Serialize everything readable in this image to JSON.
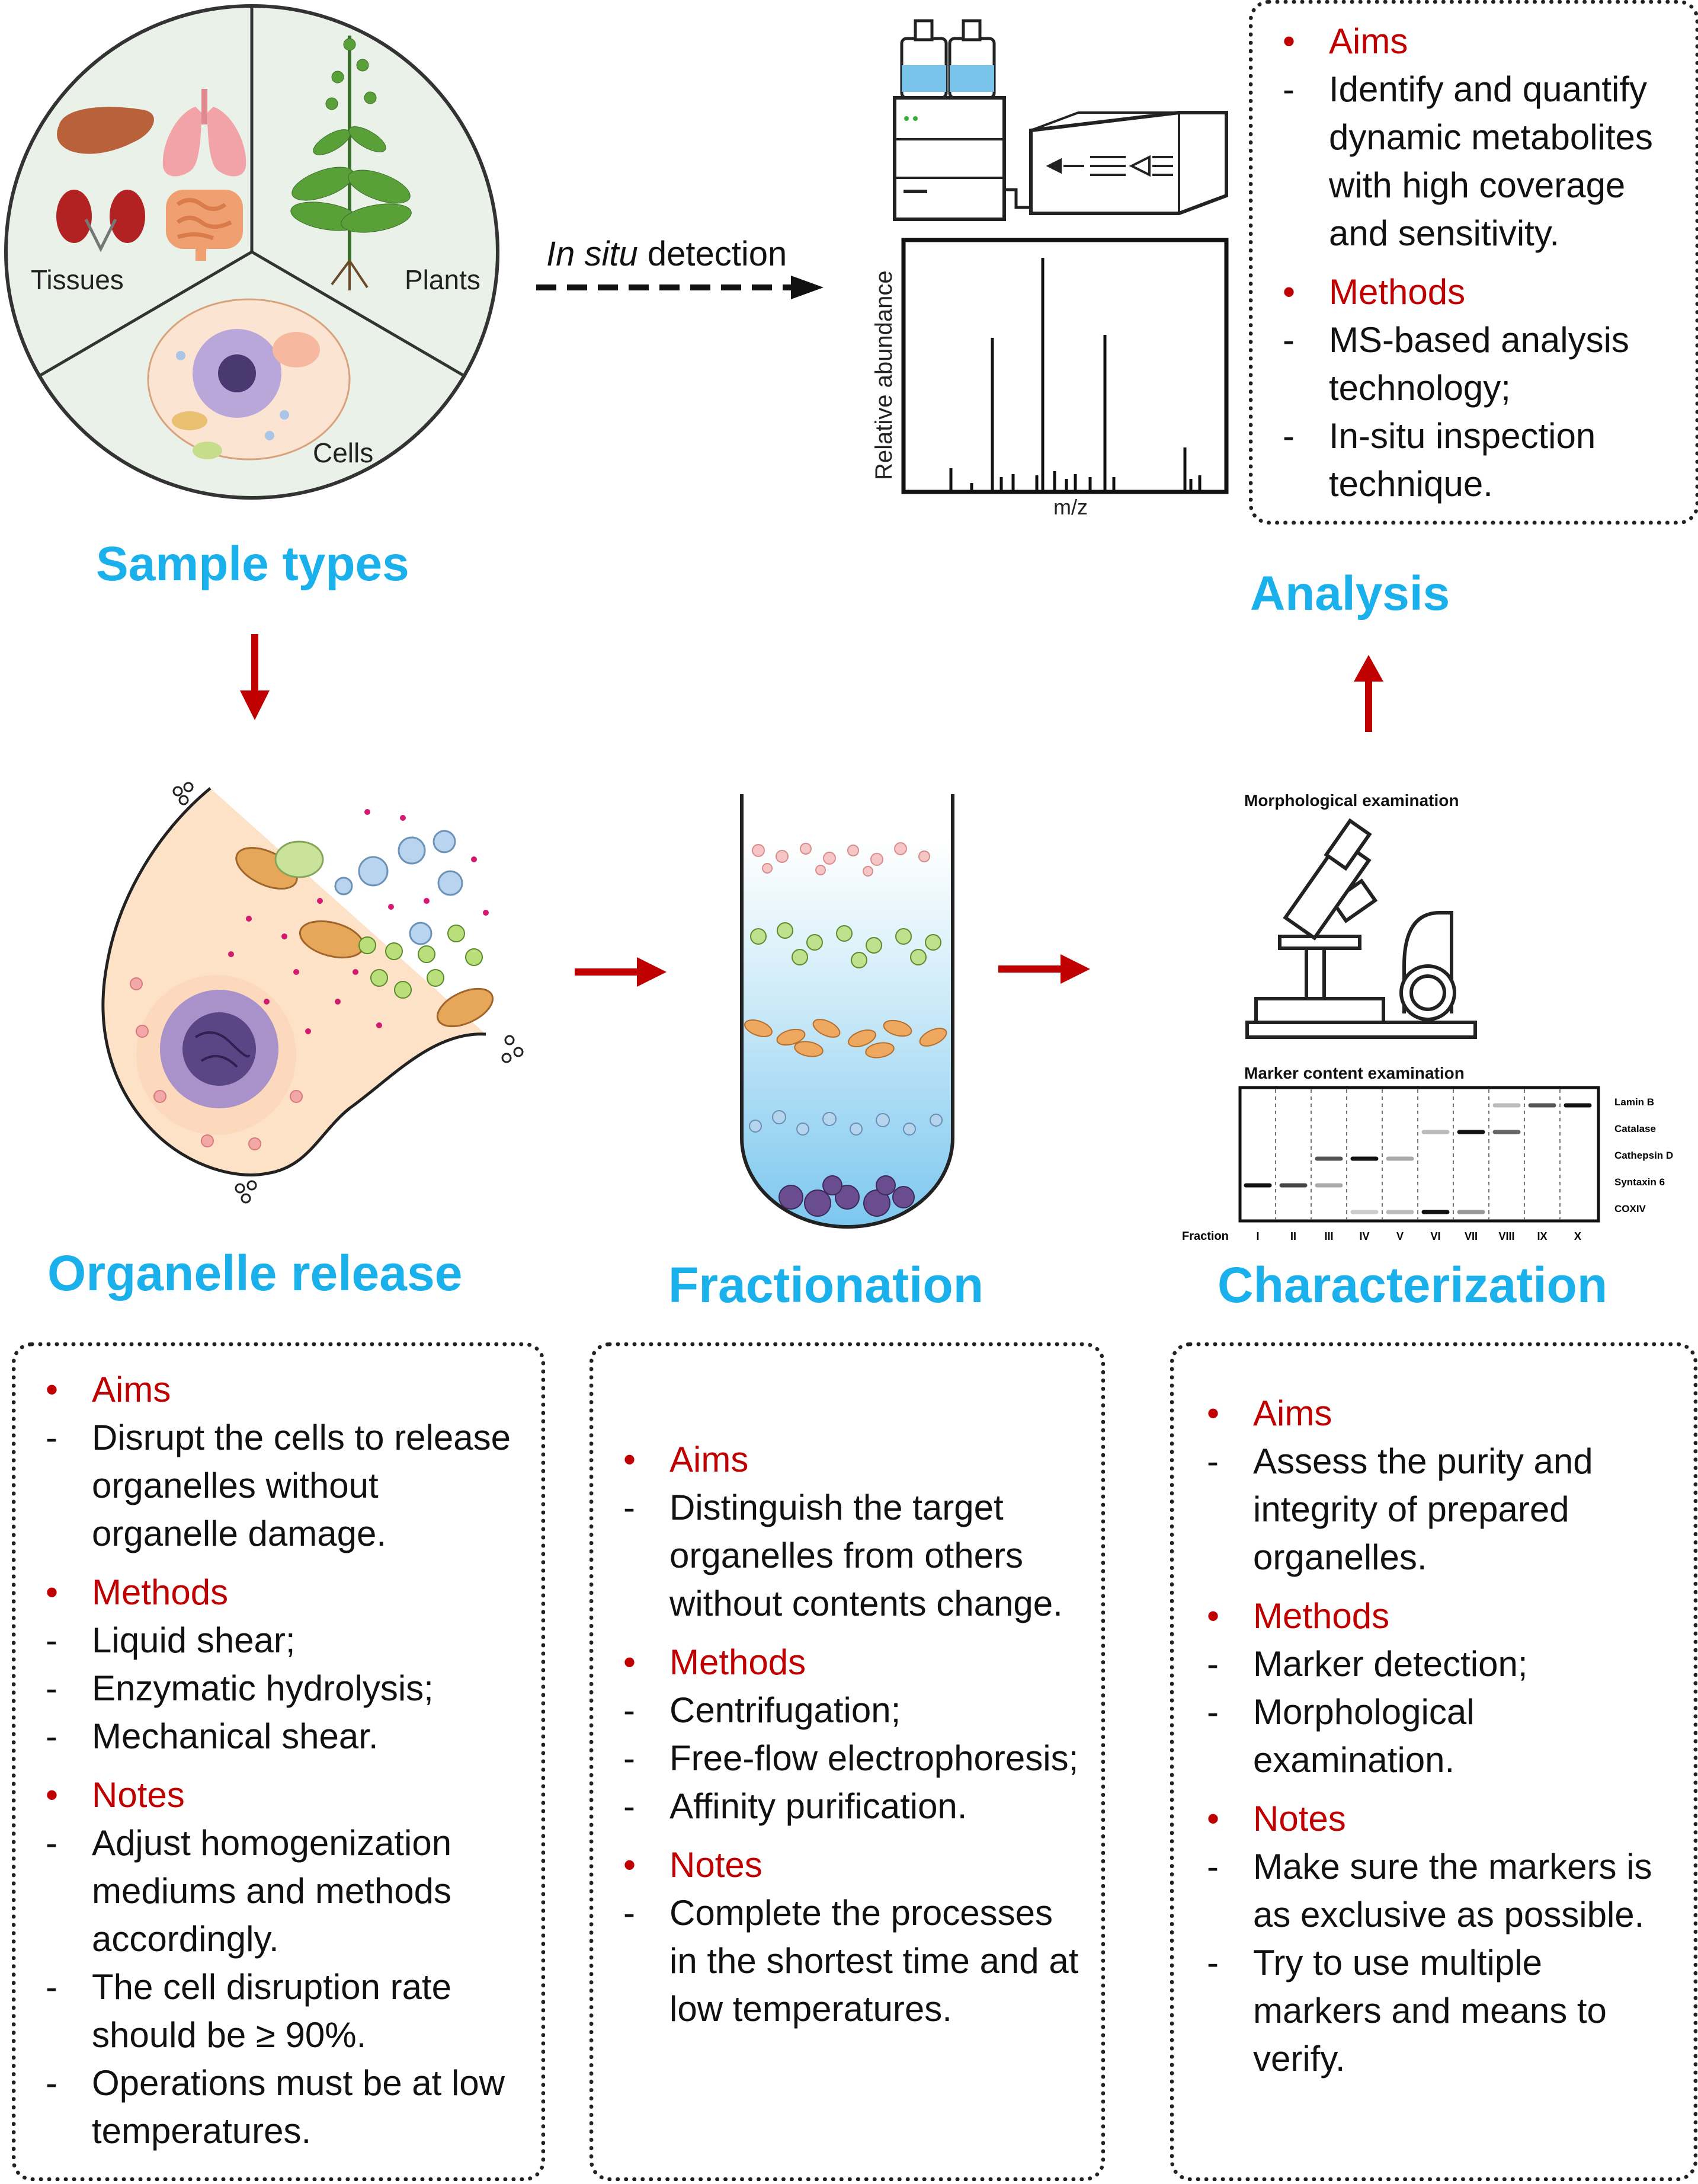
{
  "stages": {
    "sample_types": "Sample types",
    "analysis": "Analysis",
    "organelle_release": "Organelle release",
    "fractionation": "Fractionation",
    "characterization": "Characterization"
  },
  "sample_circle": {
    "tissues": "Tissues",
    "plants": "Plants",
    "cells": "Cells"
  },
  "insitu": {
    "italic": "In situ",
    "rest": " detection"
  },
  "spectrum": {
    "ylabel": "Relative abundance",
    "xlabel": "m/z"
  },
  "characterization_figure": {
    "morph_title": "Morphological examination",
    "marker_title": "Marker content examination",
    "fraction_label": "Fraction",
    "fractions": [
      "I",
      "II",
      "III",
      "IV",
      "V",
      "VI",
      "VII",
      "VIII",
      "IX",
      "X"
    ],
    "markers": [
      "Lamin B",
      "Catalase",
      "Cathepsin D",
      "Syntaxin 6",
      "COXIV"
    ]
  },
  "boxes": {
    "analysis": {
      "aims_head": "Aims",
      "aims": [
        "Identify and quantify dynamic metabolites with high coverage and sensitivity."
      ],
      "methods_head": "Methods",
      "methods": [
        "MS-based analysis technology;",
        "In-situ inspection technique."
      ]
    },
    "organelle_release": {
      "aims_head": "Aims",
      "aims": [
        "Disrupt the cells to release organelles without organelle damage."
      ],
      "methods_head": "Methods",
      "methods": [
        "Liquid shear;",
        "Enzymatic hydrolysis;",
        "Mechanical shear."
      ],
      "notes_head": "Notes",
      "notes": [
        "Adjust homogenization mediums and methods accordingly.",
        "The cell disruption rate should be ≥ 90%.",
        "Operations must be at low temperatures."
      ]
    },
    "fractionation": {
      "aims_head": "Aims",
      "aims": [
        "Distinguish the target organelles from others without contents change."
      ],
      "methods_head": "Methods",
      "methods": [
        "Centrifugation;",
        "Free-flow electrophoresis;",
        "Affinity purification."
      ],
      "notes_head": "Notes",
      "notes": [
        "Complete the processes in the shortest time and at low temperatures."
      ]
    },
    "characterization": {
      "aims_head": "Aims",
      "aims": [
        "Assess the purity and integrity of prepared organelles."
      ],
      "methods_head": "Methods",
      "methods": [
        "Marker detection;",
        "Morphological examination."
      ],
      "notes_head": "Notes",
      "notes": [
        "Make sure the markers is as exclusive as possible.",
        "Try to use multiple markers and means to verify."
      ]
    }
  },
  "colors": {
    "title_blue": "#1ab0ec",
    "heading_red": "#c00000",
    "arrow_red": "#c00000"
  }
}
